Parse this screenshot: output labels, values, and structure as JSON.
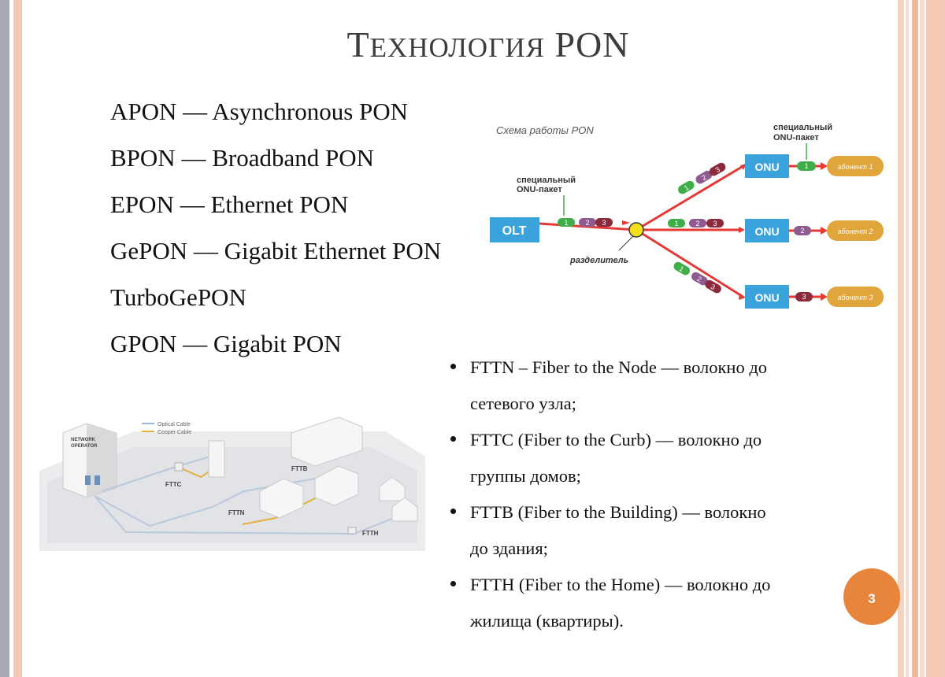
{
  "slide": {
    "title_cap": "Т",
    "title_rest": "ЕХНОЛОГИЯ",
    "title_end": "PON",
    "page_number": "3"
  },
  "technologies": [
    "APON — Asynchronous PON",
    "BPON — Broadband PON",
    "EPON — Ethernet PON",
    "GePON — Gigabit Ethernet PON",
    "TurboGePON",
    "GPON — Gigabit PON"
  ],
  "pon_diagram": {
    "caption": "Схема работы PON",
    "olt": "OLT",
    "onu": "ONU",
    "splitter": "разделитель",
    "packet_left_line1": "специальный",
    "packet_left_line2": "ONU-пакет",
    "packet_right_line1": "специальный",
    "packet_right_line2": "ONU-пакет",
    "subscribers": [
      "абонент 1",
      "абонент 2",
      "абонент 3"
    ],
    "packets": [
      "1",
      "2",
      "3"
    ],
    "colors": {
      "olt_box": "#3aa3dc",
      "line": "#e53935",
      "p1": "#3fae49",
      "p2": "#8e5a8f",
      "p3": "#8b2a3a",
      "subscriber": "#e0a53b",
      "splitter": "#f4e11b"
    }
  },
  "network_diagram": {
    "legend_optical": "Optical Cable",
    "legend_copper": "Cooper Cable",
    "operator_line1": "NETWORK",
    "operator_line2": "OPERATOR",
    "fttc": "FTTC",
    "fttb": "FTTB",
    "fttn": "FTTN",
    "ftth": "FTTH"
  },
  "fttx": [
    {
      "line1": "FTTN – Fiber to the Node — волокно до",
      "line2": "сетевого узла;"
    },
    {
      "line1": "FTTC (Fiber to the Curb) — волокно до",
      "line2": "группы домов;"
    },
    {
      "line1": "FTTB (Fiber to the Building) — волокно",
      "line2": "до здания;"
    },
    {
      "line1": "FTTH (Fiber to the Home) — волокно до",
      "line2": "жилища (квартиры)."
    }
  ]
}
